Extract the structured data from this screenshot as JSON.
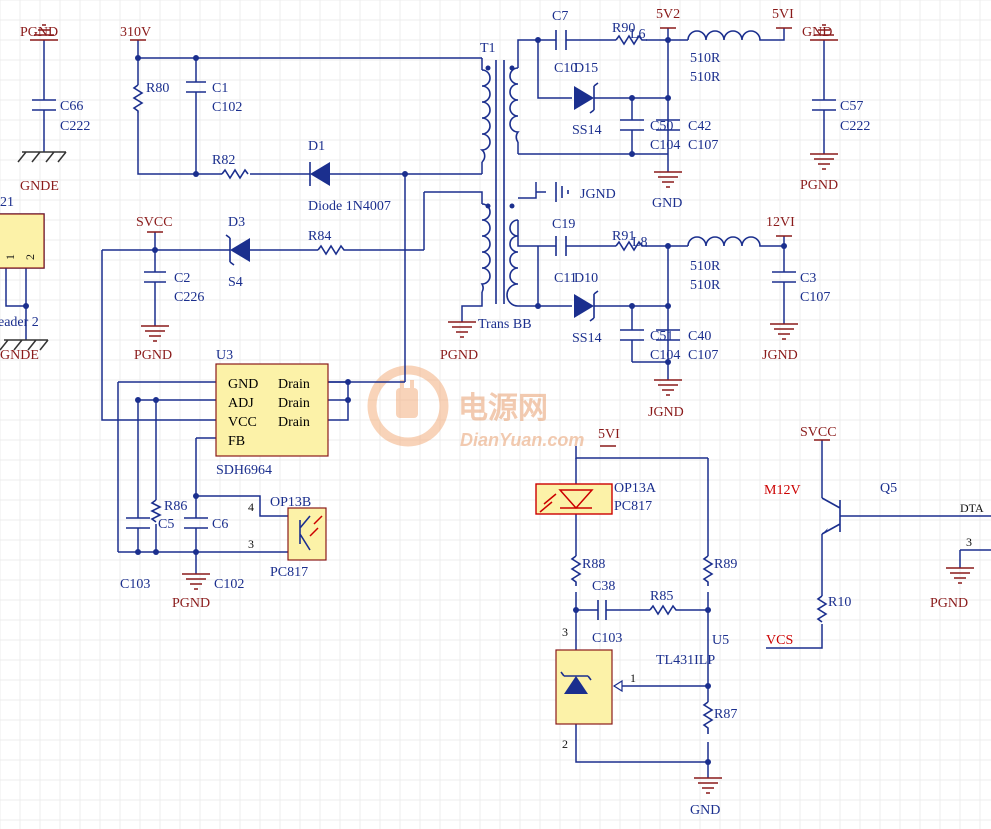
{
  "diagram": {
    "power_labels": [
      "PGND",
      "310V",
      "GNDE",
      "SVCC",
      "PGND",
      "PGND",
      "GND",
      "GND",
      "PGND",
      "JGND",
      "JGND",
      "JGND",
      "GND",
      "PGND",
      "SVCC",
      "5VI",
      "5V2",
      "5VI",
      "12VI",
      "GND"
    ],
    "components": {
      "C66": {
        "ref": "C66",
        "value": "C222"
      },
      "C57": {
        "ref": "C57",
        "value": "C222"
      },
      "R80": {
        "ref": "R80"
      },
      "C1": {
        "ref": "C1",
        "value": "C102"
      },
      "R82": {
        "ref": "R82"
      },
      "D1": {
        "ref": "D1",
        "value": "Diode 1N4007"
      },
      "D3": {
        "ref": "D3",
        "value": "S4"
      },
      "R84": {
        "ref": "R84"
      },
      "C2": {
        "ref": "C2",
        "value": "C226"
      },
      "T1": {
        "ref": "T1",
        "value": "Trans BB"
      },
      "C7": {
        "ref": "C7"
      },
      "R90": {
        "ref": "R90",
        "inductor": "L6"
      },
      "C10": {
        "ref": "C10",
        "diode": "D15",
        "value": "SS14"
      },
      "C50": {
        "ref": "C50",
        "value": "C104"
      },
      "C42": {
        "ref": "C42",
        "value": "C107"
      },
      "R510a": {
        "ref": "510R",
        "value": "510R"
      },
      "C19": {
        "ref": "C19"
      },
      "R91": {
        "ref": "R91",
        "inductor": "L8"
      },
      "C11": {
        "ref": "C11",
        "diode": "D10",
        "value": "SS14"
      },
      "C51": {
        "ref": "C51",
        "value": "C104"
      },
      "C40": {
        "ref": "C40",
        "value": "C107"
      },
      "C3": {
        "ref": "C3",
        "value": "C107"
      },
      "U3": {
        "ref": "U3",
        "value": "SDH6964",
        "pins_left": [
          "GND",
          "ADJ",
          "VCC",
          "FB"
        ],
        "pins_right": [
          "Drain",
          "Drain",
          "Drain"
        ]
      },
      "R86": {
        "ref": "R86"
      },
      "C5": {
        "ref": "C5",
        "value": "C103"
      },
      "C6": {
        "ref": "C6",
        "value": "C102"
      },
      "OP13B": {
        "ref": "OP13B",
        "value": "PC817",
        "pin_a": "4",
        "pin_b": "3"
      },
      "OP13A": {
        "ref": "OP13A",
        "value": "PC817"
      },
      "R88": {
        "ref": "R88"
      },
      "C38": {
        "ref": "C38",
        "value": "C103"
      },
      "R85": {
        "ref": "R85"
      },
      "R89": {
        "ref": "R89"
      },
      "U5": {
        "ref": "U5",
        "value": "TL431ILP",
        "pin_top": "3",
        "pin_bottom": "2",
        "pin_ref": "1"
      },
      "R87": {
        "ref": "R87"
      },
      "Q5": {
        "ref": "Q5"
      },
      "R10": {
        "ref": "R10"
      },
      "J21": {
        "ref": "21",
        "value": "eader 2",
        "pin1": "1",
        "pin2": "2"
      }
    },
    "nets": {
      "m12v": "M12V",
      "vcs": "VCS",
      "dta": "DTA",
      "pin3": "3",
      "pin4": "4"
    },
    "watermark": {
      "cn": "电源网",
      "en": "DianYuan.com"
    }
  }
}
